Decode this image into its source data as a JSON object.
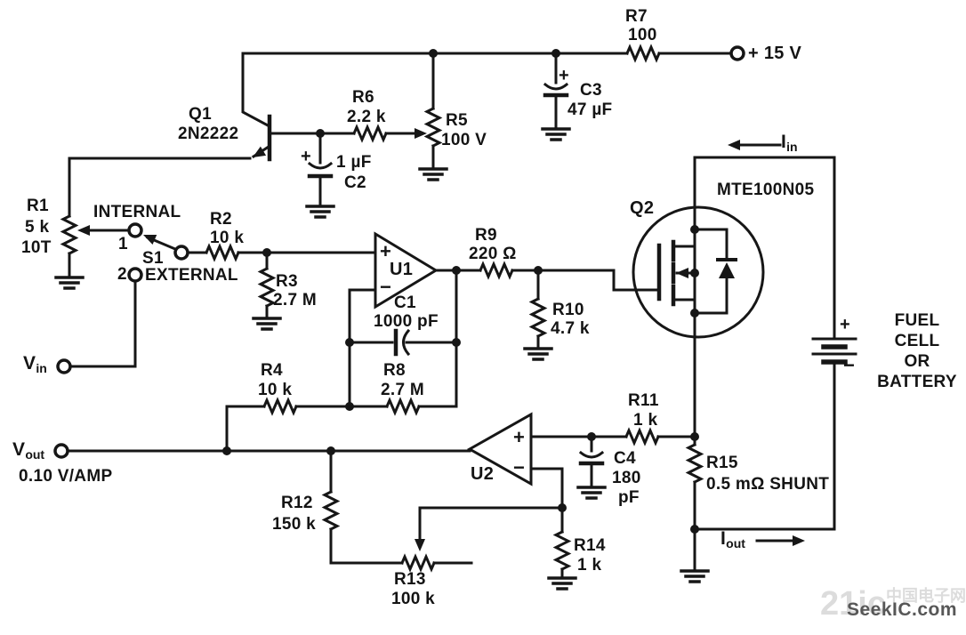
{
  "schematic": {
    "resistors": {
      "r1": {
        "ref": "R1",
        "value": "5 k",
        "turns": "10T"
      },
      "r2": {
        "ref": "R2",
        "value": "10 k"
      },
      "r3": {
        "ref": "R3",
        "value": "2.7 M"
      },
      "r4": {
        "ref": "R4",
        "value": "10 k"
      },
      "r5": {
        "ref": "R5",
        "value": "100 V"
      },
      "r6": {
        "ref": "R6",
        "value": "2.2 k"
      },
      "r7": {
        "ref": "R7",
        "value": "100"
      },
      "r8": {
        "ref": "R8",
        "value": "2.7 M"
      },
      "r9": {
        "ref": "R9",
        "value": "220 Ω"
      },
      "r10": {
        "ref": "R10",
        "value": "4.7 k"
      },
      "r11": {
        "ref": "R11",
        "value": "1 k"
      },
      "r12": {
        "ref": "R12",
        "value": "150 k"
      },
      "r13": {
        "ref": "R13",
        "value": "100 k"
      },
      "r14": {
        "ref": "R14",
        "value": "1 k"
      },
      "r15": {
        "ref": "R15",
        "value": "0.5 mΩ SHUNT"
      }
    },
    "capacitors": {
      "c1": {
        "ref": "C1",
        "value": "1000 pF"
      },
      "c2": {
        "ref": "C2",
        "value": "1 µF",
        "polarity": "+"
      },
      "c3": {
        "ref": "C3",
        "value": "47 µF",
        "polarity": "+"
      },
      "c4": {
        "ref": "C4",
        "value": "180",
        "unit": "pF"
      }
    },
    "transistors": {
      "q1": {
        "ref": "Q1",
        "part": "2N2222"
      },
      "q2": {
        "ref": "Q2",
        "part": "MTE100N05"
      }
    },
    "opamps": {
      "u1": {
        "ref": "U1",
        "noninv": "+",
        "inv": "−"
      },
      "u2": {
        "ref": "U2",
        "noninv": "+",
        "inv": "−"
      }
    },
    "switch": {
      "ref": "S1",
      "pos1": "1",
      "pos1_label": "INTERNAL",
      "pos2": "2",
      "pos2_label": "EXTERNAL"
    },
    "terminals": {
      "supply": "+ 15 V",
      "vin_main": "V",
      "vin_sub": "in",
      "vout_main": "V",
      "vout_sub": "out",
      "vout_note": "0.10 V/AMP",
      "iin_main": "I",
      "iin_sub": "in",
      "iout_main": "I",
      "iout_sub": "out"
    },
    "source": {
      "line1": "FUEL",
      "line2": "CELL",
      "line3": "OR",
      "line4": "BATTERY",
      "plus": "+",
      "minus": "−"
    }
  },
  "watermark": {
    "brand": "SeekIC.com",
    "faint_left": "21ic",
    "faint_right": "中国电子网"
  },
  "colors": {
    "ink": "#161616",
    "paper": "#ffffff"
  }
}
